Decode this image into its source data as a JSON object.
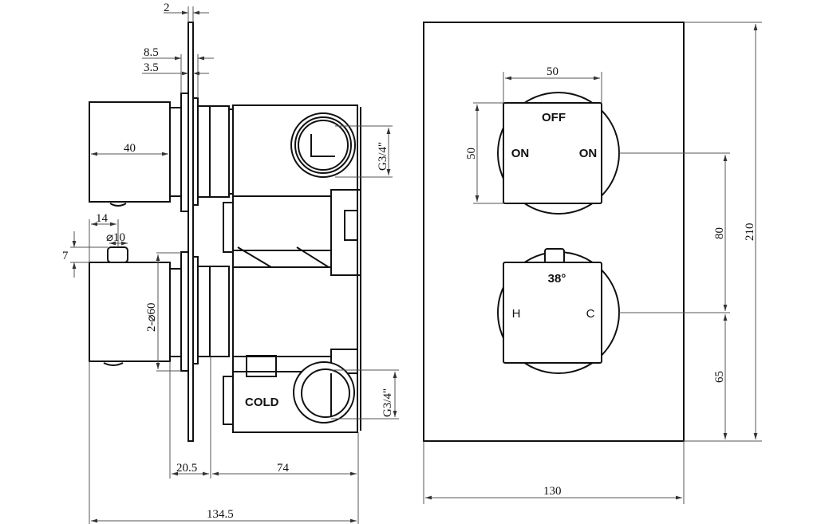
{
  "side_view": {
    "dim_plate": "2",
    "dim_flange": "8.5",
    "dim_ring": "3.5",
    "dim_handle_width": "40",
    "dim_stem_offset": "14",
    "dim_stem_dia": "⌀10",
    "dim_stem_height": "7",
    "dim_handle_dia": "2-⌀60",
    "dim_collar": "20.5",
    "dim_body": "74",
    "dim_total_depth": "134.5",
    "port_top": "G3/4\"",
    "port_bottom": "G3/4\"",
    "cold_label": "COLD"
  },
  "front_view": {
    "dim_knob_width": "50",
    "dim_knob_height": "50",
    "dim_knob_spacing": "80",
    "dim_bottom_offset": "65",
    "dim_plate_height": "210",
    "dim_plate_width": "130",
    "upper_knob": {
      "off": "OFF",
      "on_left": "ON",
      "on_right": "ON"
    },
    "lower_knob": {
      "temp": "38°",
      "hot": "H",
      "cold": "C"
    }
  }
}
